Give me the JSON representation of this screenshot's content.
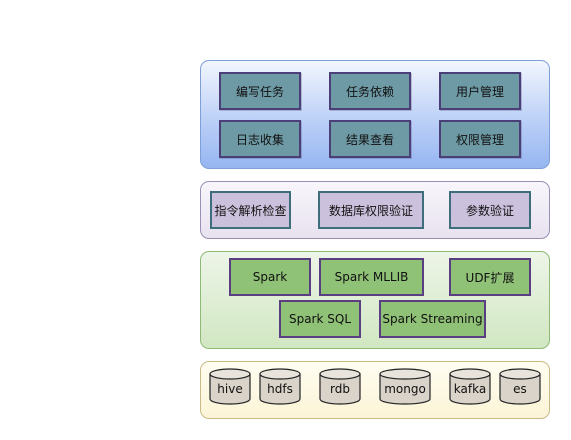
{
  "app_layer": {
    "boxes": [
      "编写任务",
      "任务依赖",
      "用户管理",
      "日志收集",
      "结果查看",
      "权限管理"
    ]
  },
  "check_layer": {
    "boxes": [
      "指令解析检查",
      "数据库权限验证",
      "参数验证"
    ]
  },
  "spark_layer": {
    "boxes": [
      "Spark",
      "Spark MLLIB",
      "UDF扩展",
      "Spark SQL",
      "Spark Streaming"
    ]
  },
  "storage_layer": {
    "stores": [
      "hive",
      "hdfs",
      "rdb",
      "mongo",
      "kafka",
      "es"
    ]
  },
  "colors": {
    "app_box_fill": "#6e9aa6",
    "check_box_fill": "#ccc1dc",
    "spark_box_fill": "#8fc176",
    "cylinder_fill": "#d9d3c9"
  }
}
